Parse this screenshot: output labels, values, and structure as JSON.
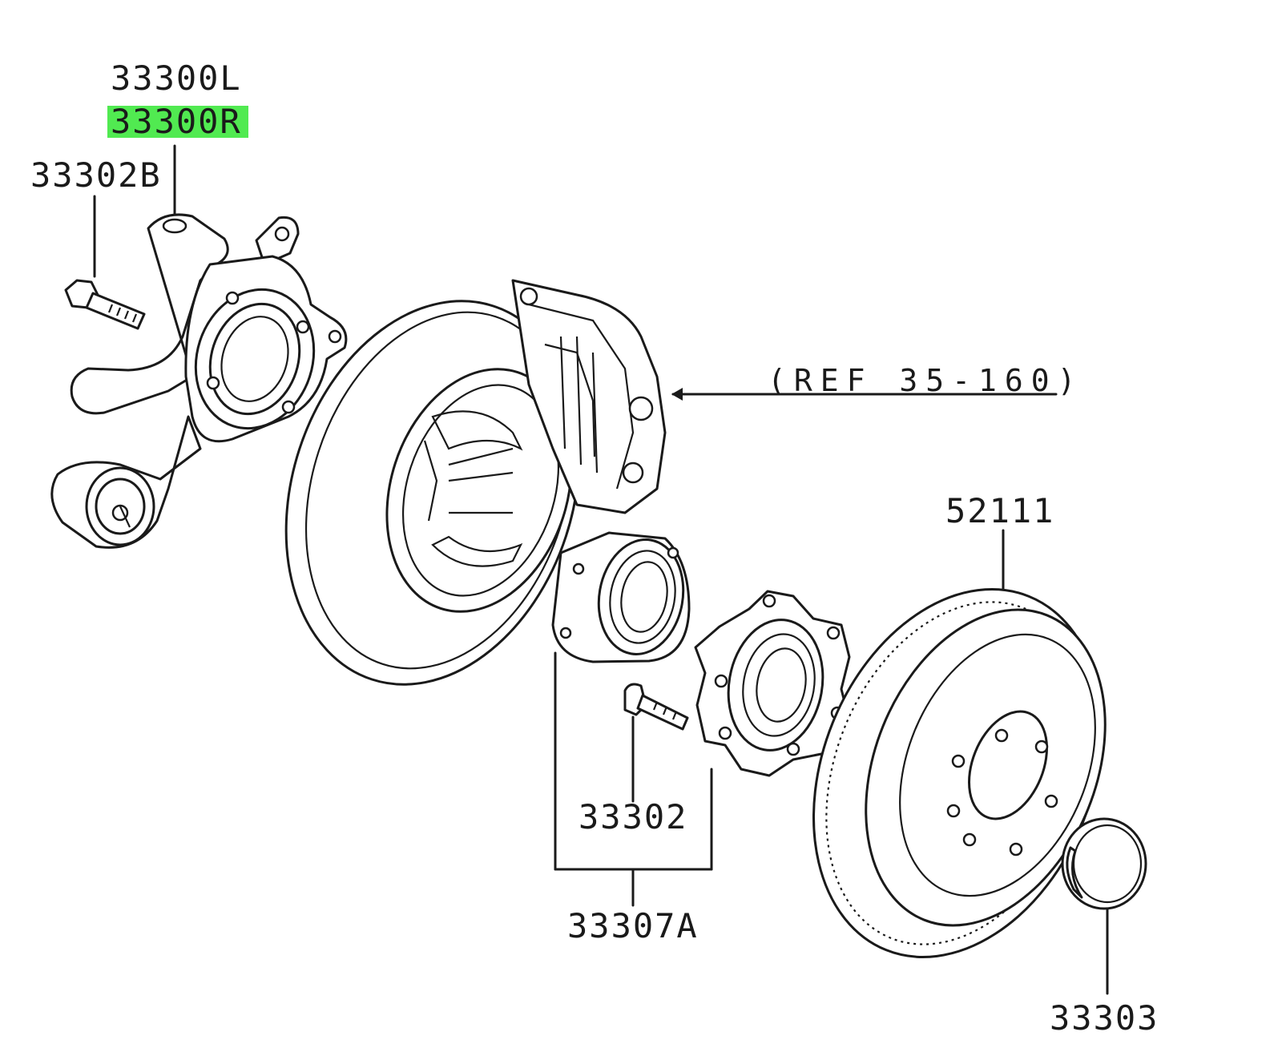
{
  "diagram": {
    "labels": {
      "knuckle_left": "33300L",
      "knuckle_right": "33300R",
      "knuckle_bolt": "33302B",
      "ref_note": "(REF 35-160)",
      "brake_disc": "52111",
      "hub_bolt": "33302",
      "hub_assembly": "33307A",
      "hub_cap": "33303"
    },
    "highlight": {
      "part": "33300R",
      "color": "#33e633"
    },
    "colors": {
      "line": "#1a1a1a",
      "background": "#ffffff"
    }
  }
}
